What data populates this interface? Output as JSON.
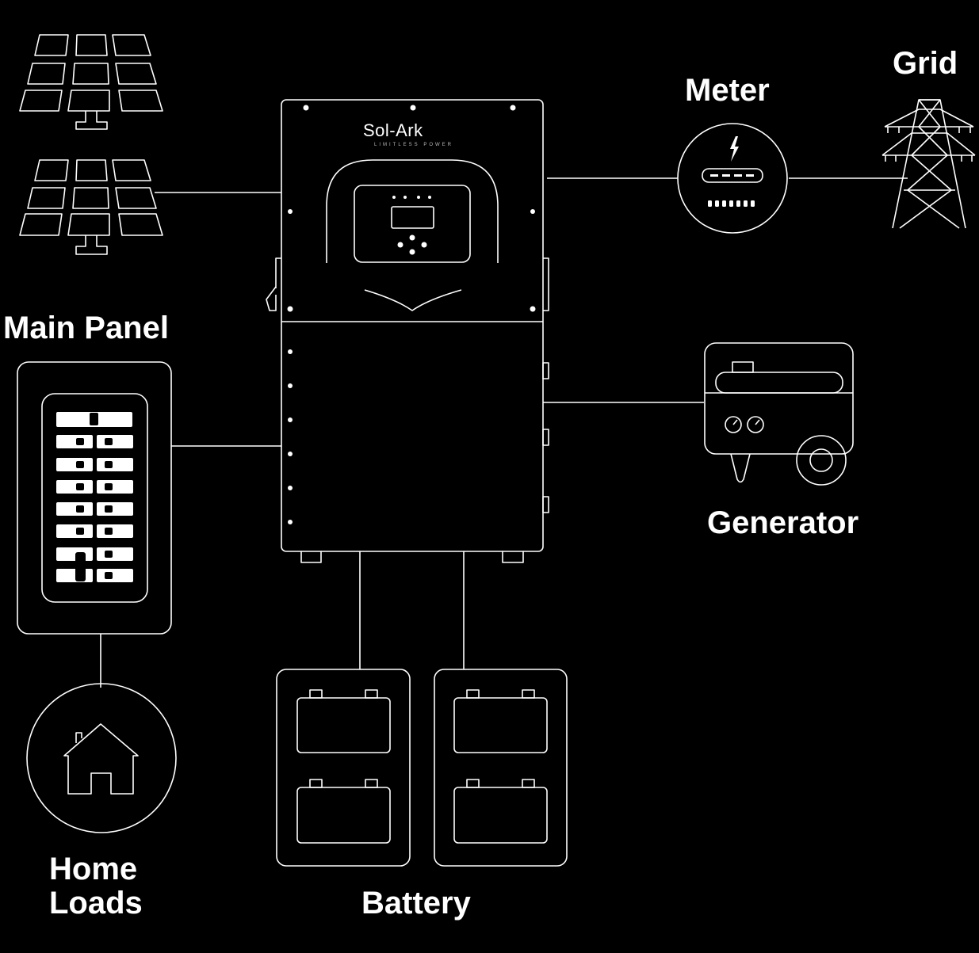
{
  "labels": {
    "main_panel": "Main Panel",
    "meter": "Meter",
    "grid": "Grid",
    "generator": "Generator",
    "battery": "Battery",
    "home_loads_line1": "Home",
    "home_loads_line2": "Loads"
  },
  "inverter": {
    "brand": "Sol-Ark",
    "tagline": "LIMITLESS POWER"
  },
  "icons": [
    "solar-panel-icon",
    "solar-panel-icon",
    "inverter-icon",
    "meter-icon",
    "lightning-bolt-icon",
    "transmission-tower-icon",
    "generator-icon",
    "breaker-panel-icon",
    "house-icon",
    "battery-icon"
  ],
  "colors": {
    "background": "#000000",
    "stroke": "#ffffff"
  }
}
